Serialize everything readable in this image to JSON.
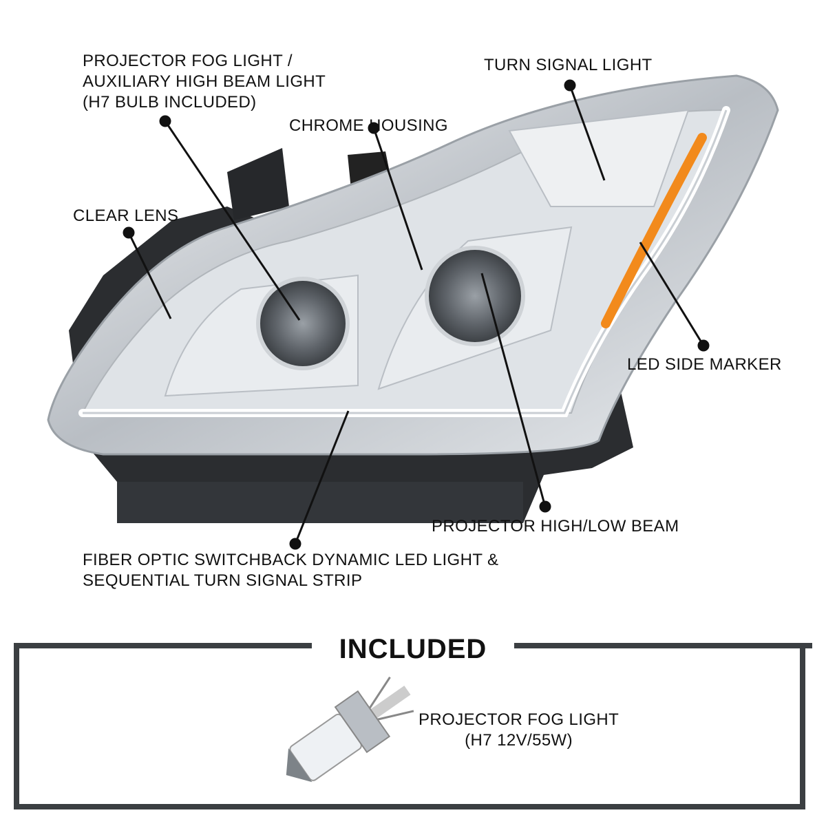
{
  "callouts": {
    "fog_light": [
      "PROJECTOR FOG LIGHT /",
      "AUXILIARY HIGH BEAM LIGHT",
      "(H7 BULB INCLUDED)"
    ],
    "turn_signal": [
      "TURN SIGNAL LIGHT"
    ],
    "chrome_housing": [
      "CHROME HOUSING"
    ],
    "clear_lens": [
      "CLEAR LENS"
    ],
    "led_side_marker": [
      "LED SIDE MARKER"
    ],
    "projector_beam": [
      "PROJECTOR HIGH/LOW BEAM"
    ],
    "fiber_optic": [
      "FIBER OPTIC SWITCHBACK DYNAMIC LED LIGHT &",
      "SEQUENTIAL TURN SIGNAL STRIP"
    ]
  },
  "included": {
    "title": "INCLUDED",
    "item_label": [
      "PROJECTOR FOG LIGHT",
      "(H7 12V/55W)"
    ]
  },
  "colors": {
    "frame": "#3b3f42",
    "amber": "#f28a1c",
    "chrome": "#c9ced3",
    "housing_black": "#2b2d30"
  }
}
